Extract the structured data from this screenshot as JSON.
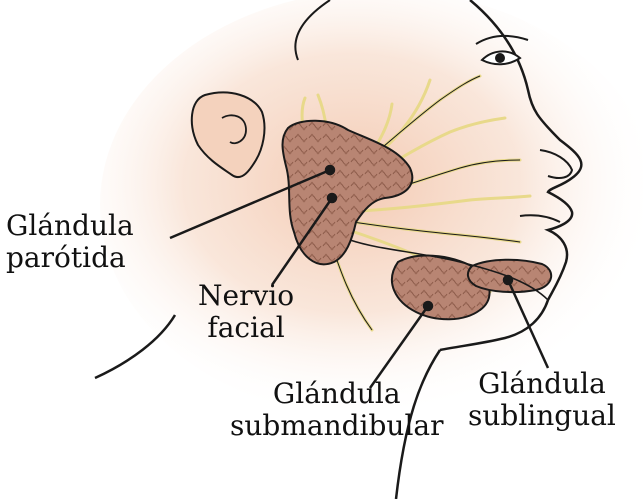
{
  "labels": {
    "parotid": {
      "line1": "Glándula",
      "line2": "parótida"
    },
    "facial_nerve": {
      "line1": "Nervio",
      "line2": "facial"
    },
    "submandibular": {
      "line1": "Glándula",
      "line2": "submandibular"
    },
    "sublingual": {
      "line1": "Glándula",
      "line2": "sublingual"
    }
  },
  "colors": {
    "skin_glow": "#f3cdb5",
    "gland_fill": "#b98672",
    "gland_dark": "#8a5a49",
    "nerve": "#e8d98a",
    "outline": "#1a1a1a"
  }
}
